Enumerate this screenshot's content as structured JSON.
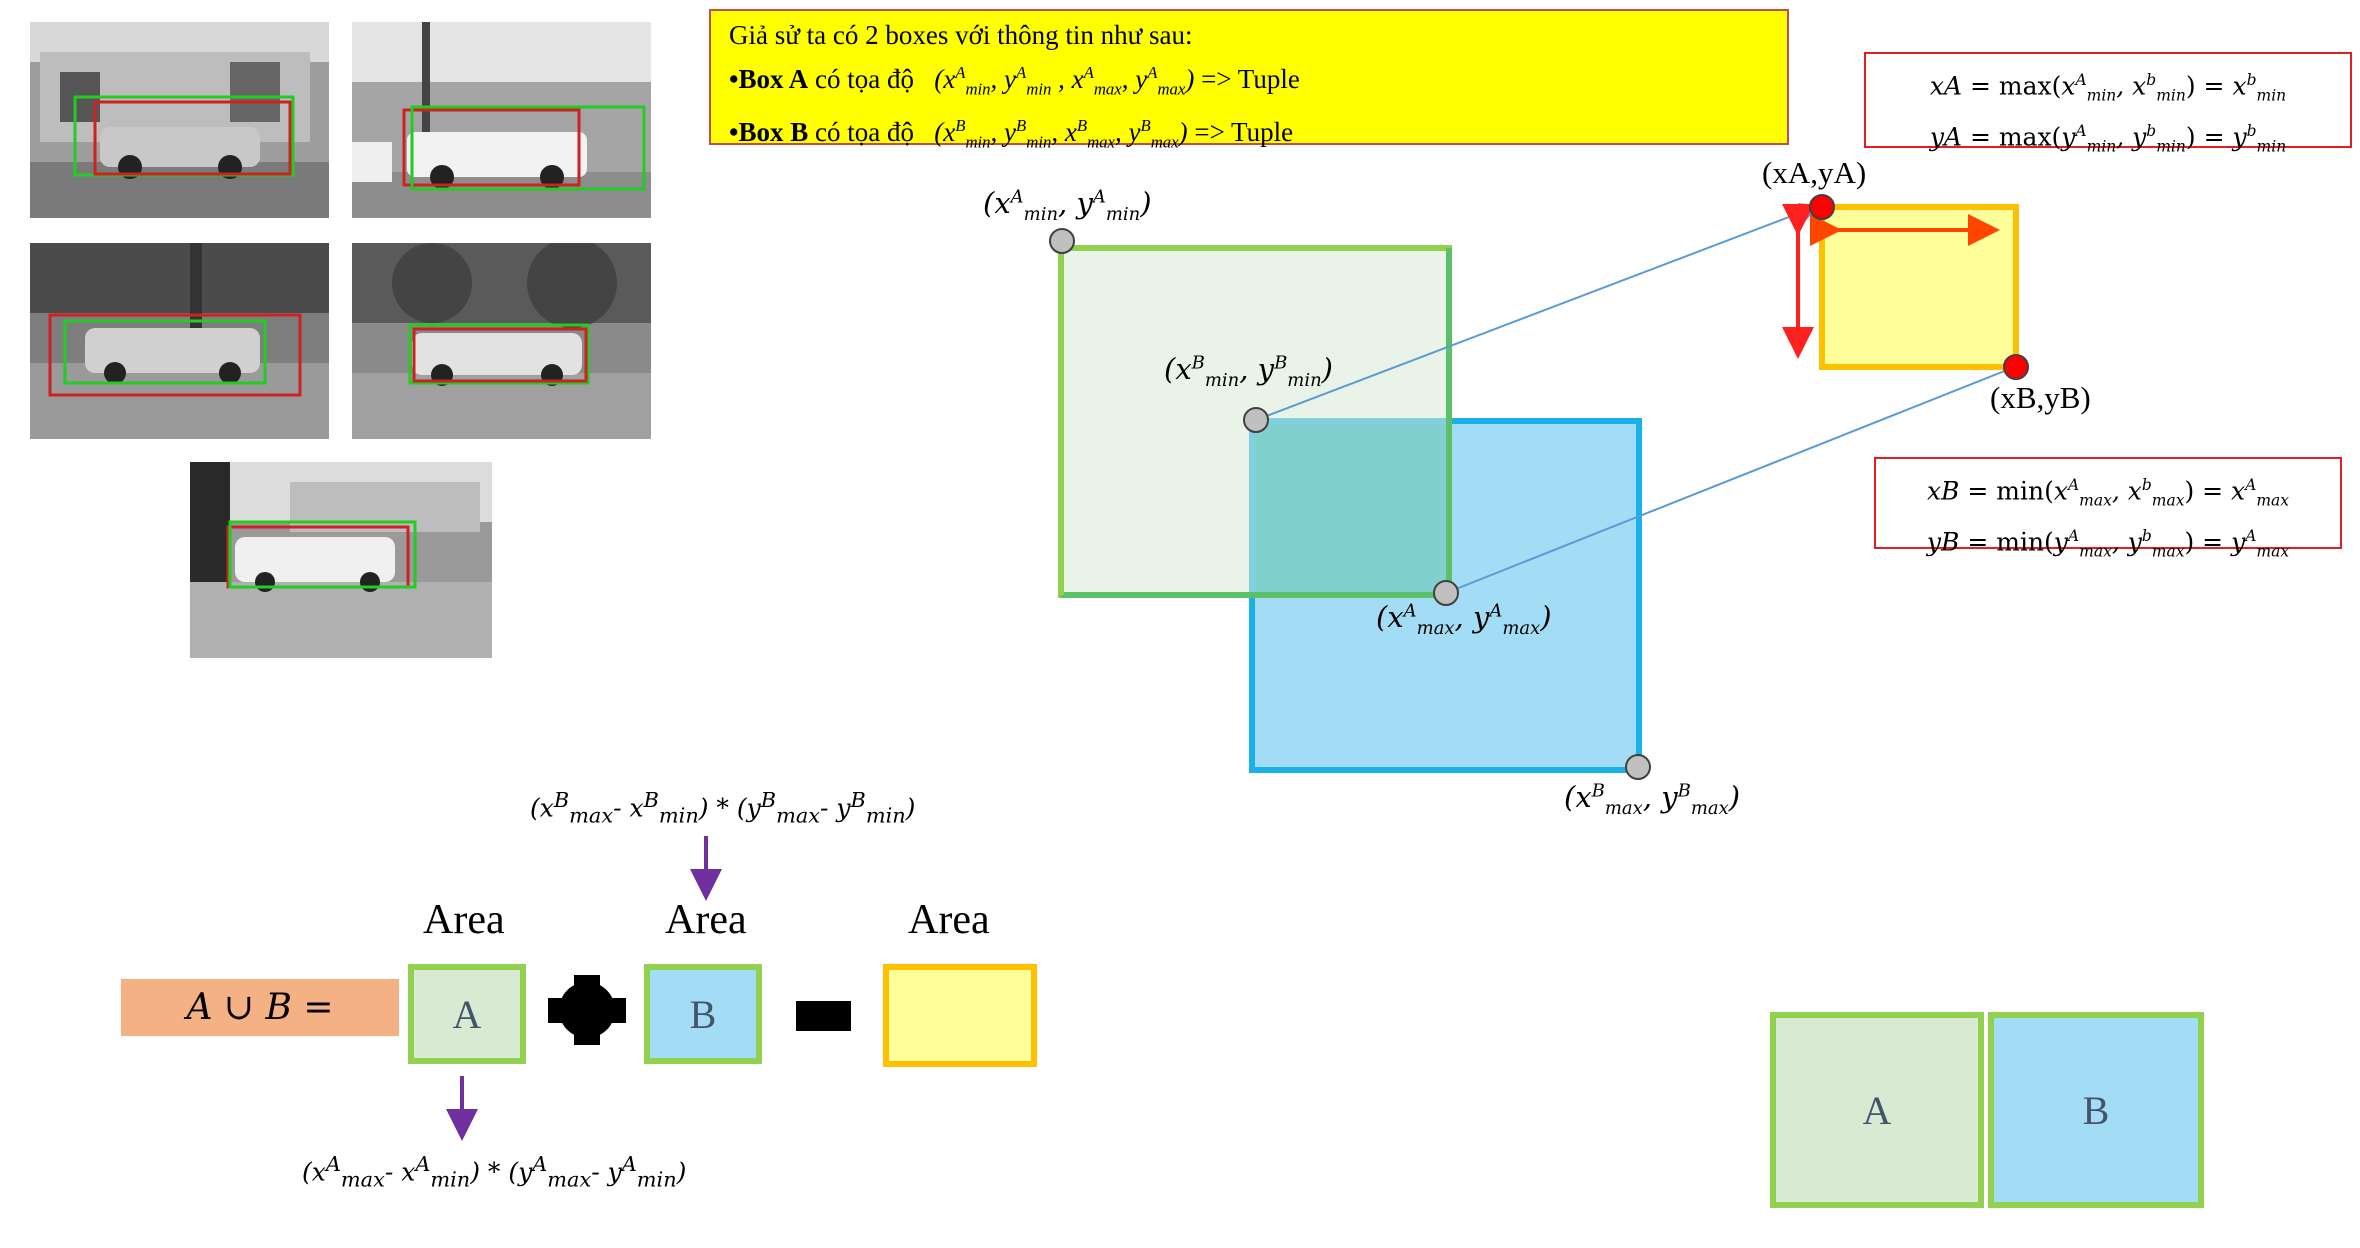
{
  "note": {
    "line1": "Giả sử ta có 2 boxes với thông tin như sau:",
    "boxA_bullet": "•Box A",
    "boxA_text": " có tọa độ",
    "boxA_suffix": "=> Tuple",
    "boxB_bullet": "•Box B",
    "boxB_text": " có tọa độ",
    "boxB_suffix": "=> Tuple"
  },
  "formulas": {
    "xA": "xA = max(x^A_min, x^b_min) = x^b_min",
    "yA": "yA = max(y^A_min, y^b_min) = y^b_min",
    "xB": "xB = min(x^A_max, x^b_max) = x^A_max",
    "yB": "yB = min(y^A_max, y^b_max) = y^A_max"
  },
  "points": {
    "xA_yA": "(xA,yA)",
    "xB_yB": "(xB,yB)"
  },
  "union": {
    "label": "A ∪ B =",
    "area_word": "Area",
    "square_a": "A",
    "square_b": "B",
    "calc_b": "(x^B_max- x^B_min) * (y^B_max- y^B_min)",
    "calc_a": "(x^A_max- x^A_min) * (y^A_max- y^A_min)"
  },
  "bottom_right": {
    "a": "A",
    "b": "B"
  },
  "colors": {
    "note_bg": "#ffff00",
    "box_a_fill": "#d9ead3",
    "box_a_border": "#92d050",
    "box_b_fill": "#a3dcf5",
    "box_b_border": "#1ab0e8",
    "intersection_fill": "#ffff99",
    "intersection_border": "#ffc000",
    "union_tag": "#f4b183",
    "formula_border": "#e02020",
    "corner_point": "#c0c0c0",
    "red_point": "#ff0000"
  }
}
